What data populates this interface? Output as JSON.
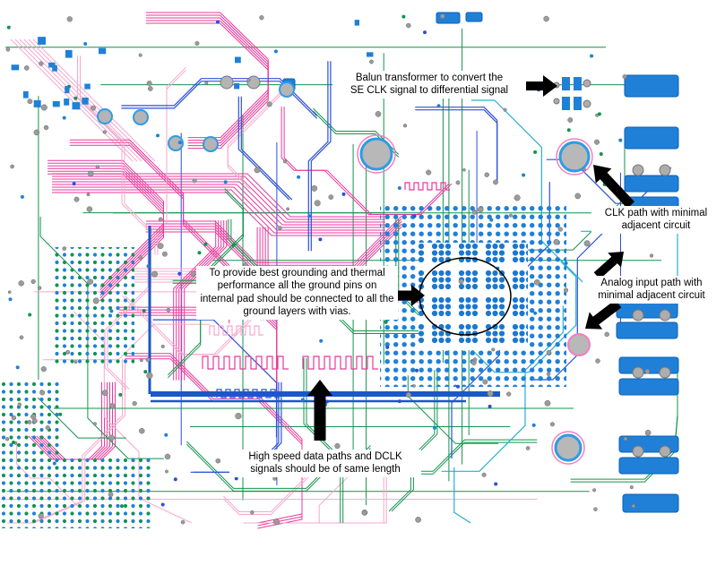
{
  "figure": {
    "type": "annotated-pcb-layout",
    "background": "#ffffff"
  },
  "colors": {
    "trace_magenta": "#E8399B",
    "trace_pink": "#F6A8CE",
    "trace_green": "#12944C",
    "trace_blue": "#2B50D8",
    "trace_cyan": "#27AED6",
    "pad_blue": "#2080D8",
    "via_gray": "#9B9B9B",
    "annotation_black": "#000000"
  },
  "annotations": {
    "balun": {
      "text": "Balun transformer to convert the\nSE CLK signal to differential signal"
    },
    "clk": {
      "text": "CLK path with minimal\nadjacent circuit"
    },
    "analog": {
      "text": "Analog input path with\nminimal adjacent circuit"
    },
    "ground": {
      "text": "To provide best grounding and thermal\nperformance all the ground pins on\ninternal pad should be connected to all the\nground layers with vias."
    },
    "highspeed": {
      "text": "High speed data paths and DCLK\nsignals should be of same length"
    }
  }
}
